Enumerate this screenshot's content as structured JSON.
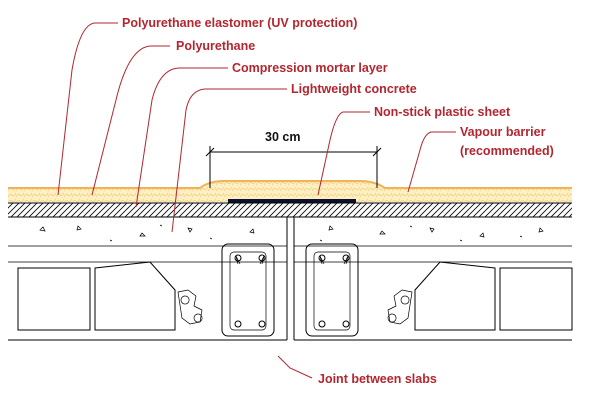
{
  "labels": {
    "elastomer": "Polyurethane elastomer (UV protection)",
    "polyurethane": "Polyurethane",
    "mortar": "Compression mortar layer",
    "concrete": "Lightweight concrete",
    "plastic_sheet": "Non-stick plastic sheet",
    "vapour_line1": "Vapour barrier",
    "vapour_line2": "(recommended)",
    "joint": "Joint between slabs"
  },
  "dimension": {
    "text": "30  cm"
  },
  "colors": {
    "label": "#b3262f",
    "polyurethane_fill": "#fdefbf",
    "elastomer_line": "#f0b35a",
    "plastic_sheet": "#0c1030"
  }
}
